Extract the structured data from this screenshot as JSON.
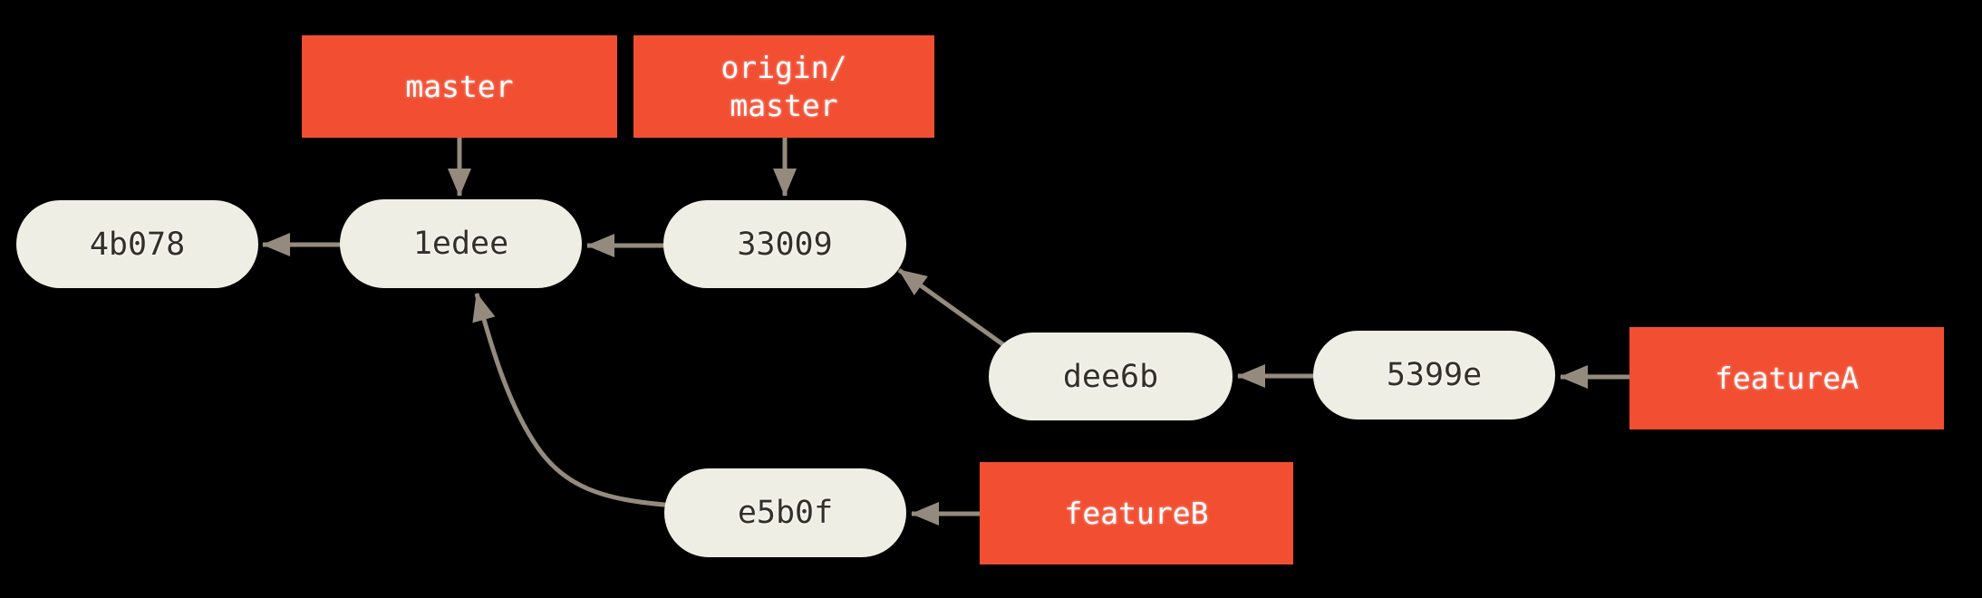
{
  "diagram": {
    "type": "git-commit-graph",
    "background_color": "#000000",
    "colors": {
      "branch_label_bg": "#F14E32",
      "branch_label_text": "#FFFFFF",
      "commit_node_fill": "#EFEEE5",
      "commit_node_text": "#33302A",
      "arrow": "#948B7E"
    },
    "commits": [
      {
        "id": "4b078"
      },
      {
        "id": "1edee"
      },
      {
        "id": "33009"
      },
      {
        "id": "dee6b"
      },
      {
        "id": "5399e"
      },
      {
        "id": "e5b0f"
      }
    ],
    "branch_labels": [
      {
        "name": "master",
        "lines": [
          "master"
        ],
        "points_to": "1edee"
      },
      {
        "name": "origin/master",
        "lines": [
          "origin/",
          "master"
        ],
        "points_to": "33009"
      },
      {
        "name": "featureA",
        "lines": [
          "featureA"
        ],
        "points_to": "5399e"
      },
      {
        "name": "featureB",
        "lines": [
          "featureB"
        ],
        "points_to": "e5b0f"
      }
    ],
    "edges": [
      {
        "from": "master",
        "to": "1edee",
        "style": "straight"
      },
      {
        "from": "origin/master",
        "to": "33009",
        "style": "straight"
      },
      {
        "from": "1edee",
        "to": "4b078",
        "style": "straight"
      },
      {
        "from": "33009",
        "to": "1edee",
        "style": "straight"
      },
      {
        "from": "dee6b",
        "to": "33009",
        "style": "diagonal"
      },
      {
        "from": "5399e",
        "to": "dee6b",
        "style": "straight"
      },
      {
        "from": "featureA",
        "to": "5399e",
        "style": "straight"
      },
      {
        "from": "featureB",
        "to": "e5b0f",
        "style": "straight"
      },
      {
        "from": "e5b0f",
        "to": "1edee",
        "style": "curved"
      }
    ]
  }
}
